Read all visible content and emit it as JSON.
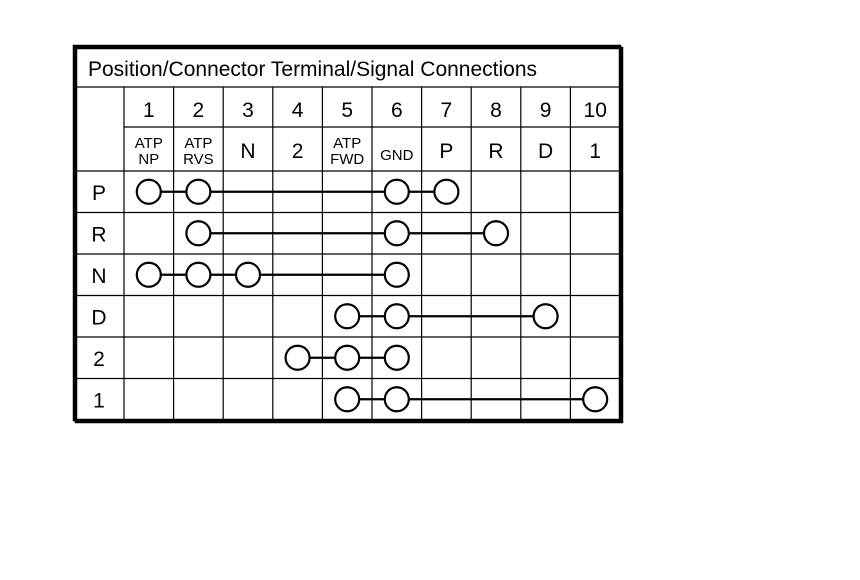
{
  "title": "Position/Connector Terminal/Signal Connections",
  "terminals": [
    {
      "number": "1",
      "signal": [
        "ATP",
        "NP"
      ]
    },
    {
      "number": "2",
      "signal": [
        "ATP",
        "RVS"
      ]
    },
    {
      "number": "3",
      "signal": [
        "N"
      ]
    },
    {
      "number": "4",
      "signal": [
        "2"
      ]
    },
    {
      "number": "5",
      "signal": [
        "ATP",
        "FWD"
      ]
    },
    {
      "number": "6",
      "signal": [
        "GND"
      ]
    },
    {
      "number": "7",
      "signal": [
        "P"
      ]
    },
    {
      "number": "8",
      "signal": [
        "R"
      ]
    },
    {
      "number": "9",
      "signal": [
        "D"
      ]
    },
    {
      "number": "10",
      "signal": [
        "1"
      ]
    }
  ],
  "positions": [
    {
      "label": "P",
      "connected_terminals": [
        1,
        2,
        6,
        7
      ]
    },
    {
      "label": "R",
      "connected_terminals": [
        2,
        6,
        8
      ]
    },
    {
      "label": "N",
      "connected_terminals": [
        1,
        2,
        3,
        6
      ]
    },
    {
      "label": "D",
      "connected_terminals": [
        5,
        6,
        9
      ]
    },
    {
      "label": "2",
      "connected_terminals": [
        4,
        5,
        6
      ]
    },
    {
      "label": "1",
      "connected_terminals": [
        5,
        6,
        10
      ]
    }
  ]
}
